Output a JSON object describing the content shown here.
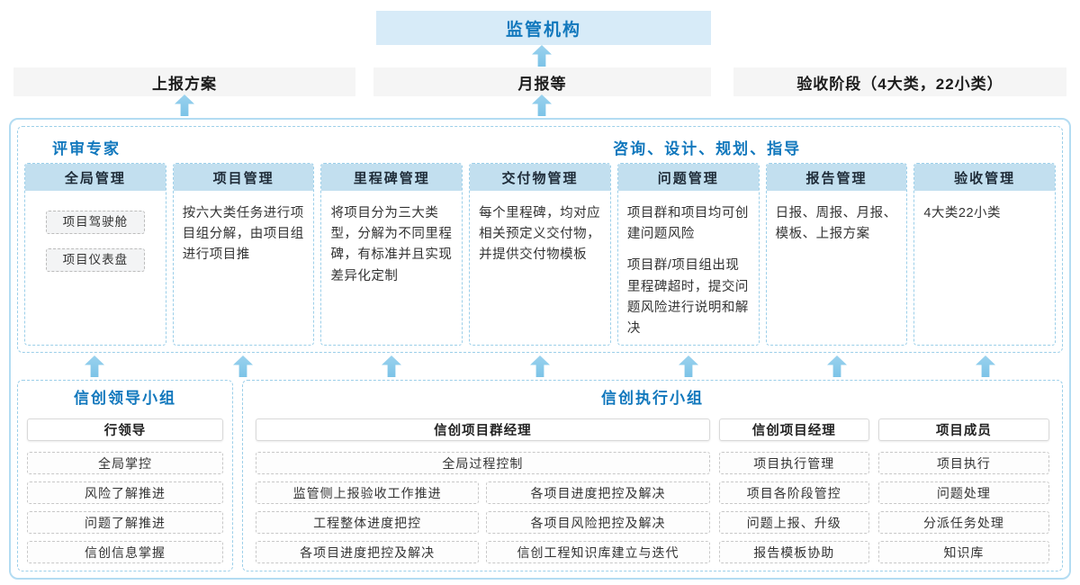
{
  "top": {
    "regulator": "监管机构",
    "outputs": [
      {
        "label": "上报方案"
      },
      {
        "label": "月报等"
      },
      {
        "label": "验收阶段（4大类，22小类）"
      }
    ]
  },
  "middle": {
    "left_label": "评审专家",
    "center_label": "咨询、设计、规划、指导",
    "columns": [
      {
        "title": "全局管理",
        "items": [
          "项目驾驶舱",
          "项目仪表盘"
        ]
      },
      {
        "title": "项目管理",
        "text": "按六大类任务进行项目组分解，由项目组进行项目推"
      },
      {
        "title": "里程碑管理",
        "text": "将项目分为三大类型，分解为不同里程碑，有标准并且实现差异化定制"
      },
      {
        "title": "交付物管理",
        "text": "每个里程碑，均对应相关预定义交付物，并提供交付物模板"
      },
      {
        "title": "问题管理",
        "paragraphs": [
          "项目群和项目均可创建问题风险",
          "项目群/项目组出现里程碑超时，提交问题风险进行说明和解决"
        ]
      },
      {
        "title": "报告管理",
        "text": "日报、周报、月报、模板、上报方案"
      },
      {
        "title": "验收管理",
        "text": "4大类22小类"
      }
    ]
  },
  "bottom": {
    "leader": {
      "title": "信创领导小组",
      "role": "行领导",
      "items": [
        "全局掌控",
        "风险了解推进",
        "问题了解推进",
        "信创信息掌握"
      ]
    },
    "exec": {
      "title": "信创执行小组",
      "pgm": {
        "role": "信创项目群经理",
        "top_item": "全局过程控制",
        "rows": [
          [
            "监管侧上报验收工作推进",
            "各项目进度把控及解决"
          ],
          [
            "工程整体进度把控",
            "各项目风险把控及解决"
          ],
          [
            "各项目进度把控及解决",
            "信创工程知识库建立与迭代"
          ]
        ]
      },
      "pm": {
        "role": "信创项目经理",
        "items": [
          "项目执行管理",
          "项目各阶段管控",
          "问题上报、升级",
          "报告模板协助"
        ]
      },
      "member": {
        "role": "项目成员",
        "items": [
          "项目执行",
          "问题处理",
          "分派任务处理",
          "知识库"
        ]
      }
    }
  },
  "colors": {
    "accent_blue": "#1278bd",
    "column_header_bg": "#c2dfef",
    "regulator_bg": "#d7ebf8",
    "arrow": "#7cc3e7"
  }
}
